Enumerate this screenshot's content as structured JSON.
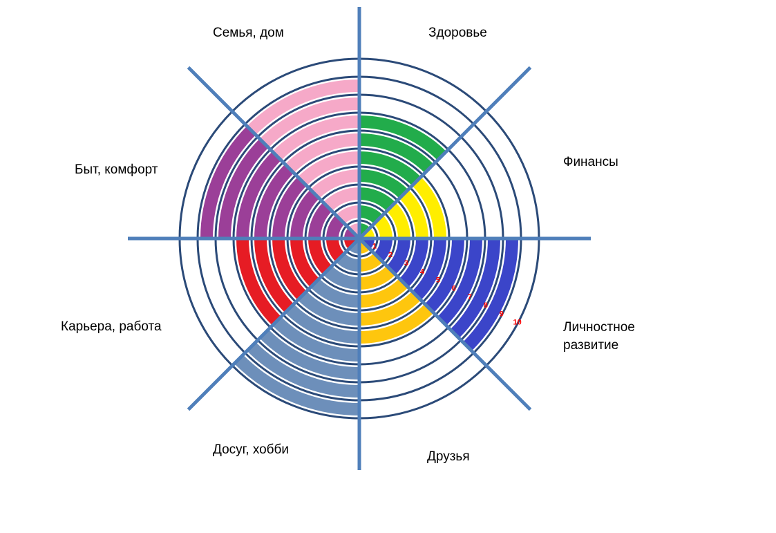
{
  "chart_data": {
    "type": "radial-sector-chart",
    "scale_max": 10,
    "scale_labels": [
      "1",
      "2",
      "3",
      "4",
      "5",
      "6",
      "7",
      "8",
      "9",
      "10"
    ],
    "sectors": [
      {
        "label_lines": [
          "Здоровье"
        ],
        "value": 7,
        "color": "#22ac4b"
      },
      {
        "label_lines": [
          "Финансы"
        ],
        "value": 5,
        "color": "#ffee00"
      },
      {
        "label_lines": [
          "Личностное",
          "развитие"
        ],
        "value": 9,
        "color": "#3b45c9"
      },
      {
        "label_lines": [
          "Друзья"
        ],
        "value": 6,
        "color": "#fec60e"
      },
      {
        "label_lines": [
          "Досуг, хобби"
        ],
        "value": 10,
        "color": "#6d8fba"
      },
      {
        "label_lines": [
          "Карьера, работа"
        ],
        "value": 7,
        "color": "#e61c24"
      },
      {
        "label_lines": [
          "Быт, комфорт"
        ],
        "value": 9,
        "color": "#9b3f98"
      },
      {
        "label_lines": [
          "Семья, дом"
        ],
        "value": 9,
        "color": "#f6a9c8"
      }
    ],
    "ring_color": "#2b4a78",
    "axis_color": "#4f7fba"
  }
}
